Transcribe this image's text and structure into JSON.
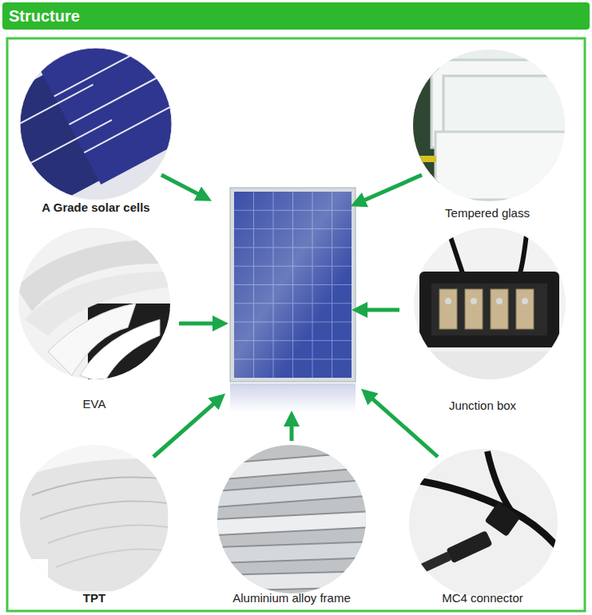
{
  "diagram": {
    "title": "Structure",
    "nodes": [
      {
        "text": [
          "A Grade solar cells"
        ]
      },
      {
        "text": [
          "Tempered glass"
        ]
      },
      {
        "text": [
          "EVA"
        ]
      },
      {
        "text": [
          "Junction box"
        ]
      },
      {
        "text": [
          "TPT"
        ]
      },
      {
        "text": [
          "Aluminium alloy frame"
        ]
      },
      {
        "text": [
          "MC4 connector"
        ]
      }
    ]
  }
}
